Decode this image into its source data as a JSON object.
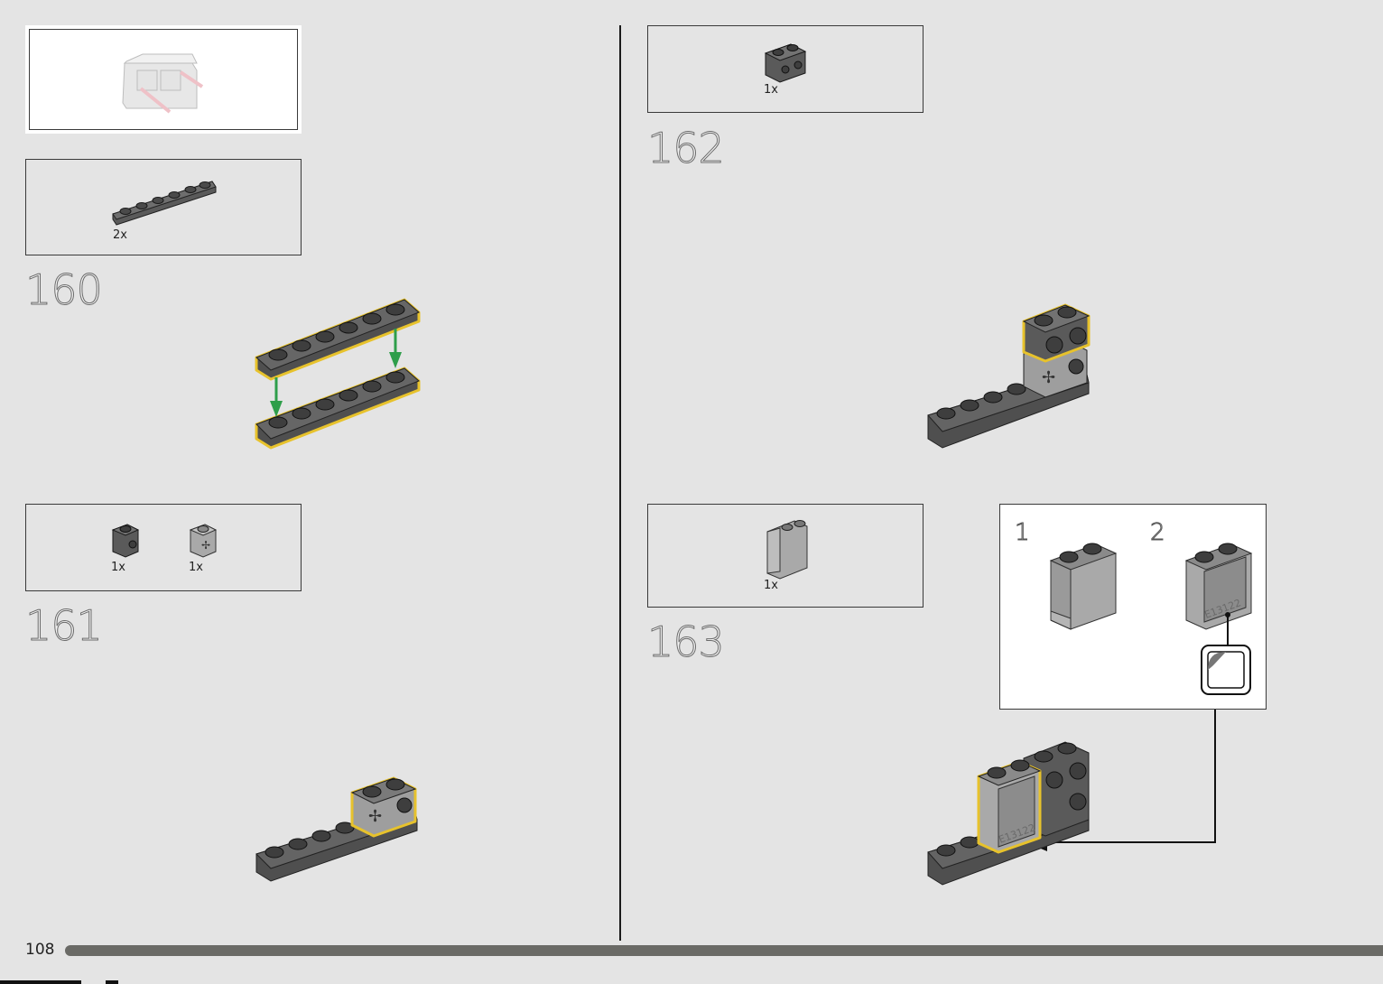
{
  "page": {
    "number": "108"
  },
  "steps": [
    {
      "id": "160",
      "label": "160",
      "parts": [
        {
          "qty": "2x",
          "name": "plate-1x6-dark-gray"
        }
      ]
    },
    {
      "id": "161",
      "label": "161",
      "parts": [
        {
          "qty": "1x",
          "name": "brick-1x1-stud-side-dark-gray"
        },
        {
          "qty": "1x",
          "name": "brick-1x1-axle-hole-light-gray"
        }
      ]
    },
    {
      "id": "162",
      "label": "162",
      "parts": [
        {
          "qty": "1x",
          "name": "brick-1x2-studs-side-dark-gray"
        }
      ]
    },
    {
      "id": "163",
      "label": "163",
      "parts": [
        {
          "qty": "1x",
          "name": "panel-1x2x2-light-gray"
        }
      ],
      "substeps": [
        {
          "label": "1"
        },
        {
          "label": "2"
        }
      ],
      "sticker_text": "E13122"
    }
  ],
  "colors": {
    "background": "#e4e4e4",
    "highlight": "#e7c22c",
    "arrow": "#2e9e4a",
    "dark_brick": "#5a5a5a",
    "light_brick": "#a9a9a9",
    "progress": "#6a6a66"
  },
  "icons": [
    "callout-arrow",
    "sticker-icon",
    "green-down-arrow"
  ]
}
